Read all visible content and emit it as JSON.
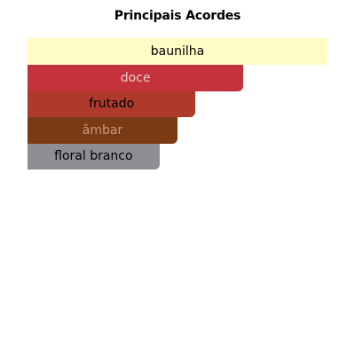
{
  "chart_data": {
    "type": "bar",
    "orientation": "horizontal",
    "title": "Principais Acordes",
    "xlabel": "",
    "ylabel": "",
    "grid": false,
    "legend": "none",
    "xlim": [
      0,
      100
    ],
    "bars": [
      {
        "label": "baunilha",
        "value": 100,
        "color": "#FEFBC4",
        "text_color": "#000000"
      },
      {
        "label": "doce",
        "value": 72,
        "color": "#C4333C",
        "text_color": "#F2C6C6"
      },
      {
        "label": "frutado",
        "value": 56,
        "color": "#AD3A2A",
        "text_color": "#000000"
      },
      {
        "label": "âmbar",
        "value": 50,
        "color": "#7A3A14",
        "text_color": "#C79A82"
      },
      {
        "label": "floral branco",
        "value": 44,
        "color": "#8E8F95",
        "text_color": "#000000"
      }
    ]
  }
}
